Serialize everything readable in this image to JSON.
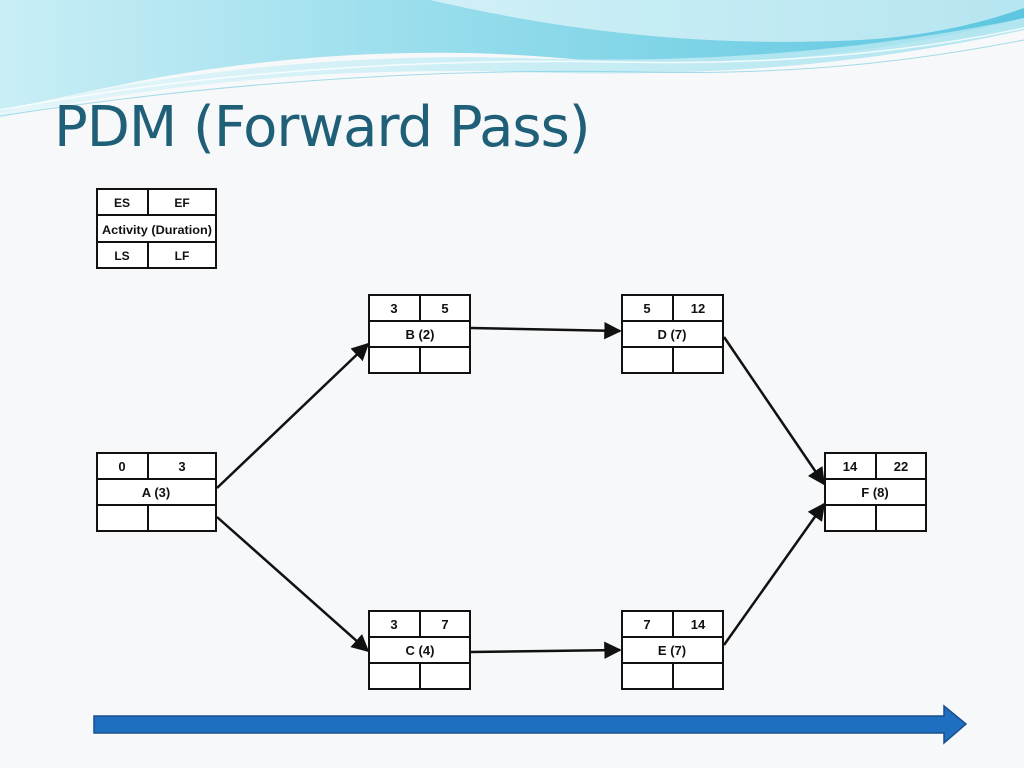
{
  "slide": {
    "title": "PDM (Forward Pass)"
  },
  "colors": {
    "title": "#1f5f78",
    "wave_light": "#bfe9f3",
    "wave_mid": "#7fd3e6",
    "timeline_fill": "#1f6fc1",
    "timeline_stroke": "#1a4f8c"
  },
  "legend": {
    "es": "ES",
    "ef": "EF",
    "activity": "Activity (Duration)",
    "ls": "LS",
    "lf": "LF"
  },
  "activities": [
    {
      "id": "A",
      "label": "A (3)",
      "es": "0",
      "ef": "3",
      "ls": "",
      "lf": ""
    },
    {
      "id": "B",
      "label": "B (2)",
      "es": "3",
      "ef": "5",
      "ls": "",
      "lf": ""
    },
    {
      "id": "C",
      "label": "C (4)",
      "es": "3",
      "ef": "7",
      "ls": "",
      "lf": ""
    },
    {
      "id": "D",
      "label": "D (7)",
      "es": "5",
      "ef": "12",
      "ls": "",
      "lf": ""
    },
    {
      "id": "E",
      "label": "E (7)",
      "es": "7",
      "ef": "14",
      "ls": "",
      "lf": ""
    },
    {
      "id": "F",
      "label": "F (8)",
      "es": "14",
      "ef": "22",
      "ls": "",
      "lf": ""
    }
  ],
  "dependencies": [
    {
      "from": "A",
      "to": "B"
    },
    {
      "from": "A",
      "to": "C"
    },
    {
      "from": "B",
      "to": "D"
    },
    {
      "from": "C",
      "to": "E"
    },
    {
      "from": "D",
      "to": "F"
    },
    {
      "from": "E",
      "to": "F"
    }
  ]
}
